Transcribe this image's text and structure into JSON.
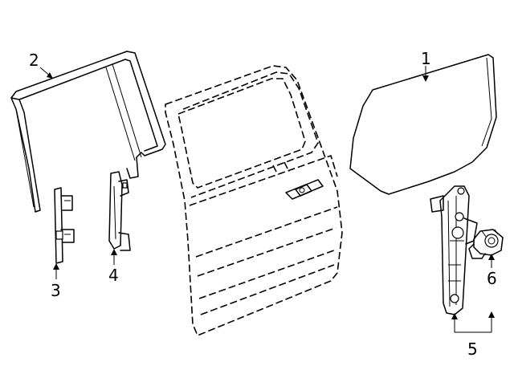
{
  "diagram": {
    "callouts": [
      {
        "id": "1",
        "text": "1"
      },
      {
        "id": "2",
        "text": "2"
      },
      {
        "id": "3",
        "text": "3"
      },
      {
        "id": "4",
        "text": "4"
      },
      {
        "id": "5",
        "text": "5"
      },
      {
        "id": "6",
        "text": "6"
      }
    ],
    "parts": [
      {
        "callout": "1",
        "shape": "door-glass"
      },
      {
        "callout": "2",
        "shape": "glass-run-channel"
      },
      {
        "callout": "3",
        "shape": "guide-channel"
      },
      {
        "callout": "4",
        "shape": "guide-bracket"
      },
      {
        "callout": "5",
        "shape": "window-regulator"
      },
      {
        "callout": "6",
        "shape": "regulator-motor"
      }
    ],
    "colors": {
      "line": "#000000",
      "background": "#ffffff"
    }
  }
}
